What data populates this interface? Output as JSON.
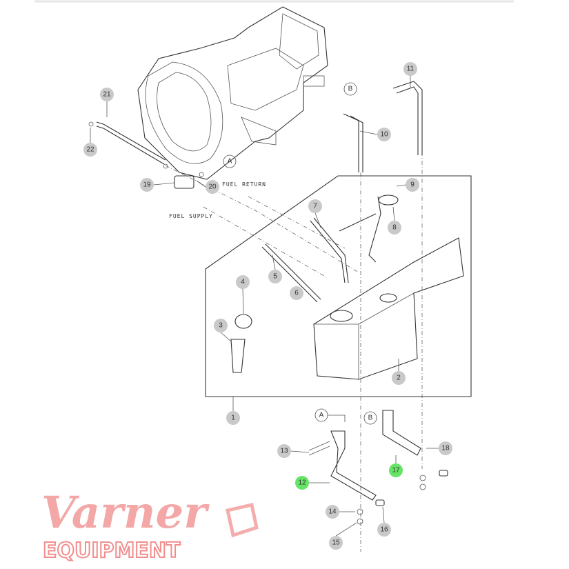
{
  "diagram": {
    "title": "Fuel tank parts diagram",
    "callouts": [
      "1",
      "2",
      "3",
      "4",
      "5",
      "6",
      "7",
      "8",
      "9",
      "10",
      "11",
      "12",
      "13",
      "14",
      "15",
      "16",
      "17",
      "18",
      "19",
      "20",
      "21",
      "22"
    ],
    "highlighted": [
      "12",
      "17"
    ],
    "refs": {
      "a_top": "A",
      "b_top": "B",
      "a_bottom": "A",
      "b_bottom": "B"
    },
    "notes": {
      "fuel_return": "FUEL RETURN",
      "fuel_supply": "FUEL SUPPLY"
    },
    "colors": {
      "callout": "#c9c9c9",
      "highlight": "#66e466",
      "watermark": "#f08a8a"
    }
  },
  "watermark": {
    "script": "Varner",
    "block": "EQUIPMENT"
  }
}
